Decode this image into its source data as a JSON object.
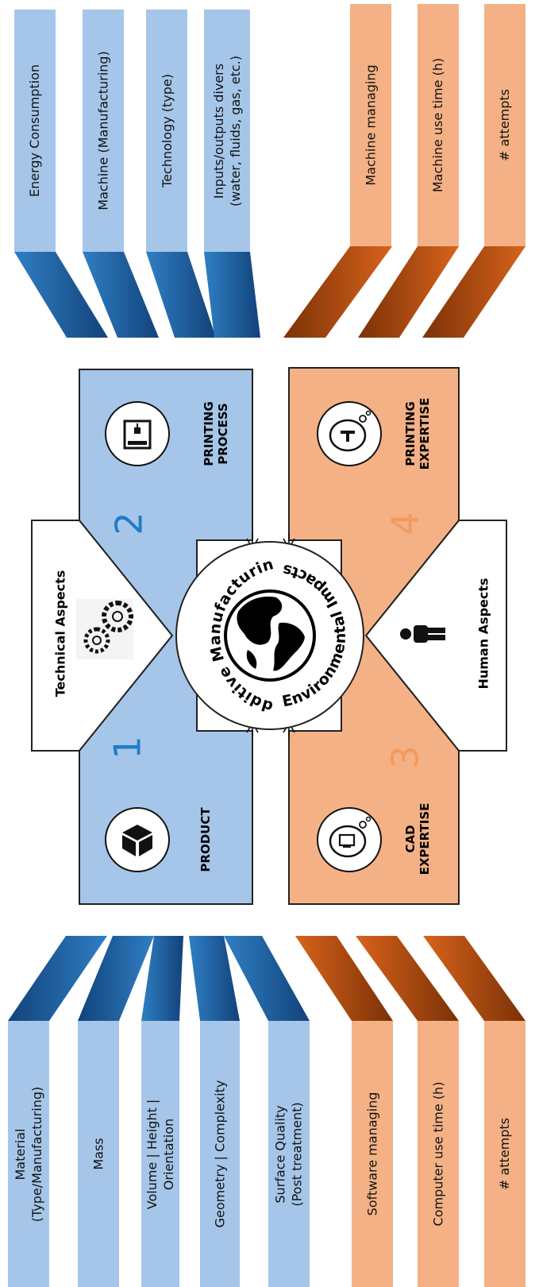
{
  "left_blue_items": [
    {
      "lines": [
        "Energy Consumption"
      ]
    },
    {
      "lines": [
        "Machine (Manufacturing)"
      ]
    },
    {
      "lines": [
        "Technology (type)"
      ]
    },
    {
      "lines": [
        "Inputs/outputs divers",
        "(water, fluids, gas, etc.)"
      ]
    }
  ],
  "left_orange_items": [
    {
      "lines": [
        "Machine managing"
      ]
    },
    {
      "lines": [
        "Machine use time (h)"
      ]
    },
    {
      "lines": [
        "# attempts"
      ]
    }
  ],
  "right_blue_items": [
    {
      "lines": [
        "Material",
        "(Type/Manufacturing)"
      ]
    },
    {
      "lines": [
        "Mass"
      ]
    },
    {
      "lines": [
        "Volume | Height |",
        "Orientation"
      ]
    },
    {
      "lines": [
        "Geometry | Complexity"
      ]
    },
    {
      "lines": [
        "Surface Quality",
        "(Post treatment)"
      ]
    }
  ],
  "right_orange_items": [
    {
      "lines": [
        "Software managing"
      ]
    },
    {
      "lines": [
        "Computer use time (h)"
      ]
    },
    {
      "lines": [
        "# attempts"
      ]
    }
  ],
  "panels": {
    "printing_process": {
      "line1": "PRINTING",
      "line2": "PROCESS",
      "number": "2"
    },
    "product": {
      "line1": "PRODUCT",
      "number": "1"
    },
    "printing_expertise": {
      "line1": "PRINTING",
      "line2": "EXPERTISE",
      "number": "4"
    },
    "cad_expertise": {
      "line1": "CAD",
      "line2": "EXPERTISE",
      "number": "3"
    }
  },
  "aspects": {
    "technical": "Technical Aspects",
    "human": "Human Aspects"
  },
  "center": {
    "top_arc": "Additive Manufacturing",
    "bottom_arc": "Environmental Impacts"
  },
  "colors": {
    "blue_fill": "#a5c6e8",
    "blue_dark": "#1f6fb5",
    "orange_fill": "#f4b185",
    "orange_dark": "#c55a11",
    "blue_number": "#1f7dc7",
    "orange_number": "#f39a5c"
  },
  "icons": [
    "printer-icon",
    "cube-icon",
    "gears-icon",
    "person-icon",
    "thought-cloud-printer-icon",
    "thought-cloud-computer-icon",
    "globe-icon"
  ]
}
